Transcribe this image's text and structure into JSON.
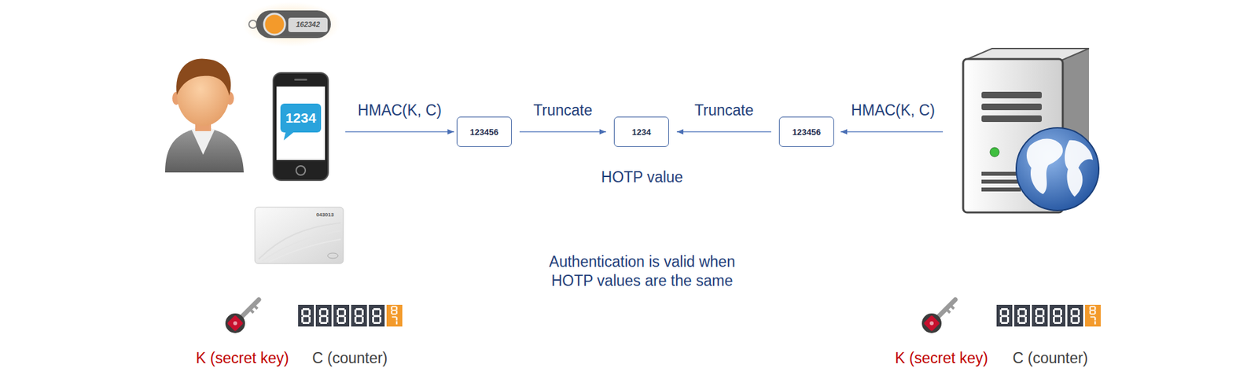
{
  "diagram": {
    "nodes": [
      {
        "text": [
          "1234"
        ]
      },
      {
        "text": [
          "123456"
        ]
      },
      {
        "text": [
          "1234"
        ]
      },
      {
        "text": [
          "123456"
        ]
      }
    ],
    "edges": [
      {
        "from": 0,
        "to": 1,
        "arrow": "to",
        "label": "HMAC(K, C)"
      },
      {
        "from": 1,
        "to": 2,
        "arrow": "to",
        "label": "Truncate"
      },
      {
        "from": 3,
        "to": 2,
        "arrow": "to",
        "label": "Truncate"
      }
    ],
    "labels": [
      "162342",
      "043013",
      "HOTP value",
      "Authentication is valid when HOTP values are the same",
      "HMAC(K, C)",
      "K (secret key)",
      "C (counter)",
      "K (secret key)",
      "C (counter)"
    ]
  }
}
